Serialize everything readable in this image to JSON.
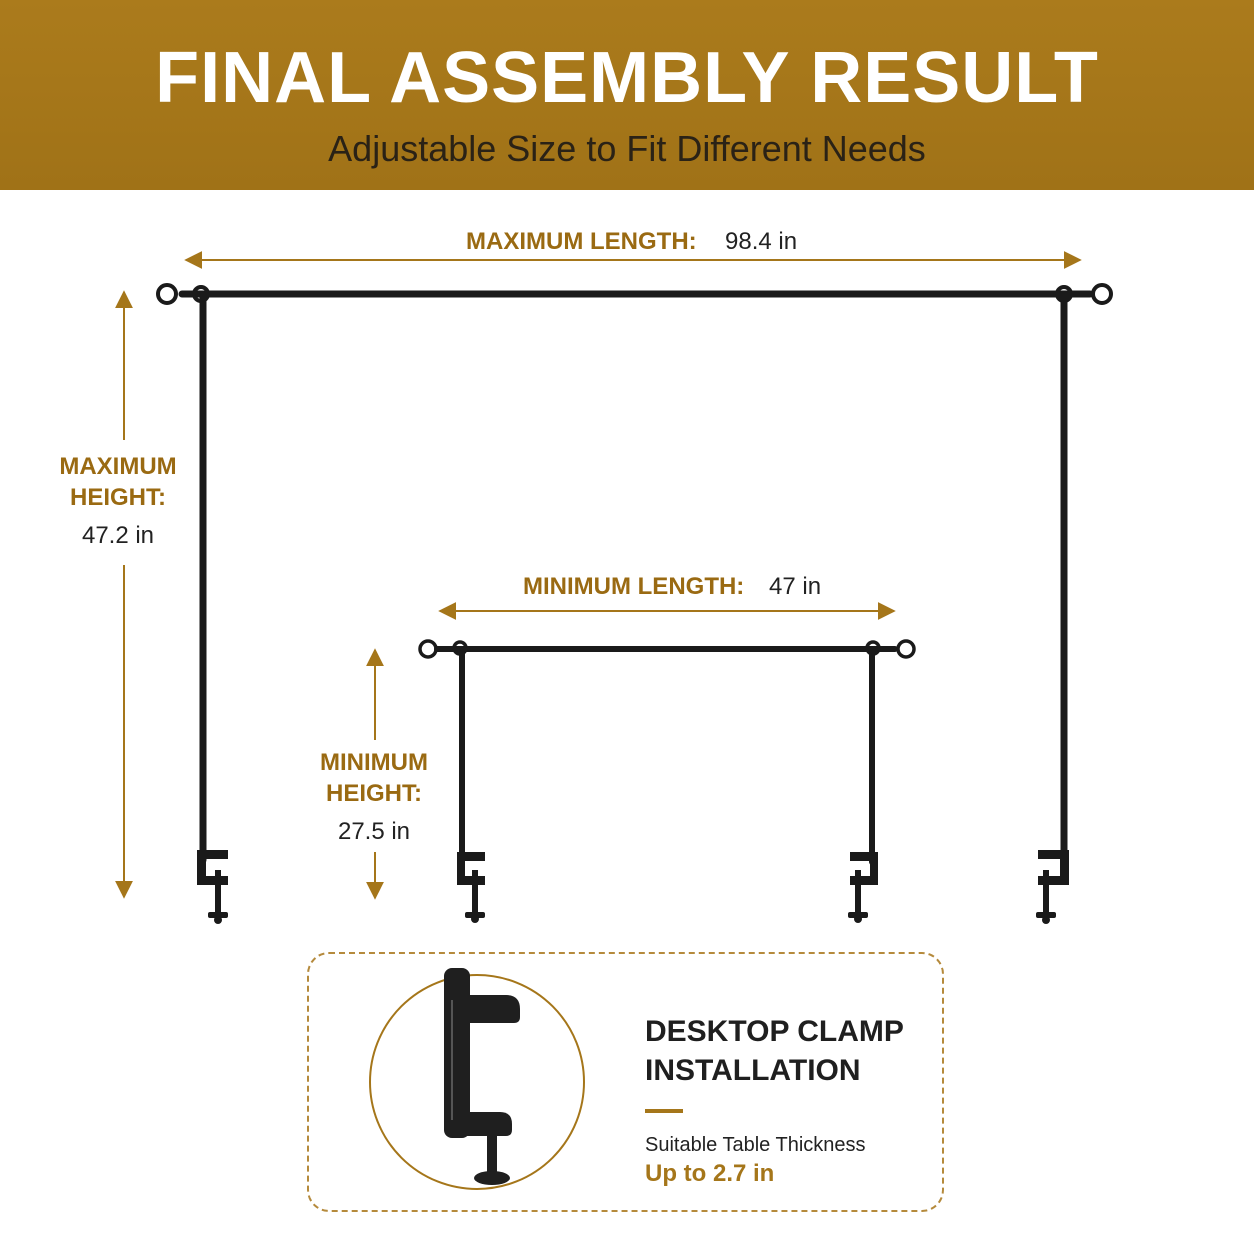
{
  "header": {
    "title": "FINAL ASSEMBLY RESULT",
    "subtitle": "Adjustable Size to Fit Different Needs"
  },
  "dimensions": {
    "max_length": {
      "label": "MAXIMUM LENGTH:",
      "value": "98.4 in"
    },
    "max_height": {
      "label_line1": "MAXIMUM",
      "label_line2": "HEIGHT:",
      "value": "47.2 in"
    },
    "min_length": {
      "label": "MINIMUM LENGTH:",
      "value": "47 in"
    },
    "min_height": {
      "label_line1": "MINIMUM",
      "label_line2": "HEIGHT:",
      "value": "27.5 in"
    }
  },
  "clamp_card": {
    "title_line1": "DESKTOP CLAMP",
    "title_line2": "INSTALLATION",
    "subtitle": "Suitable Table Thickness",
    "value": "Up to 2.7 in"
  },
  "colors": {
    "accent": "#a5761a",
    "label_gold": "#9a6a12",
    "frame": "#1a1a1a"
  }
}
